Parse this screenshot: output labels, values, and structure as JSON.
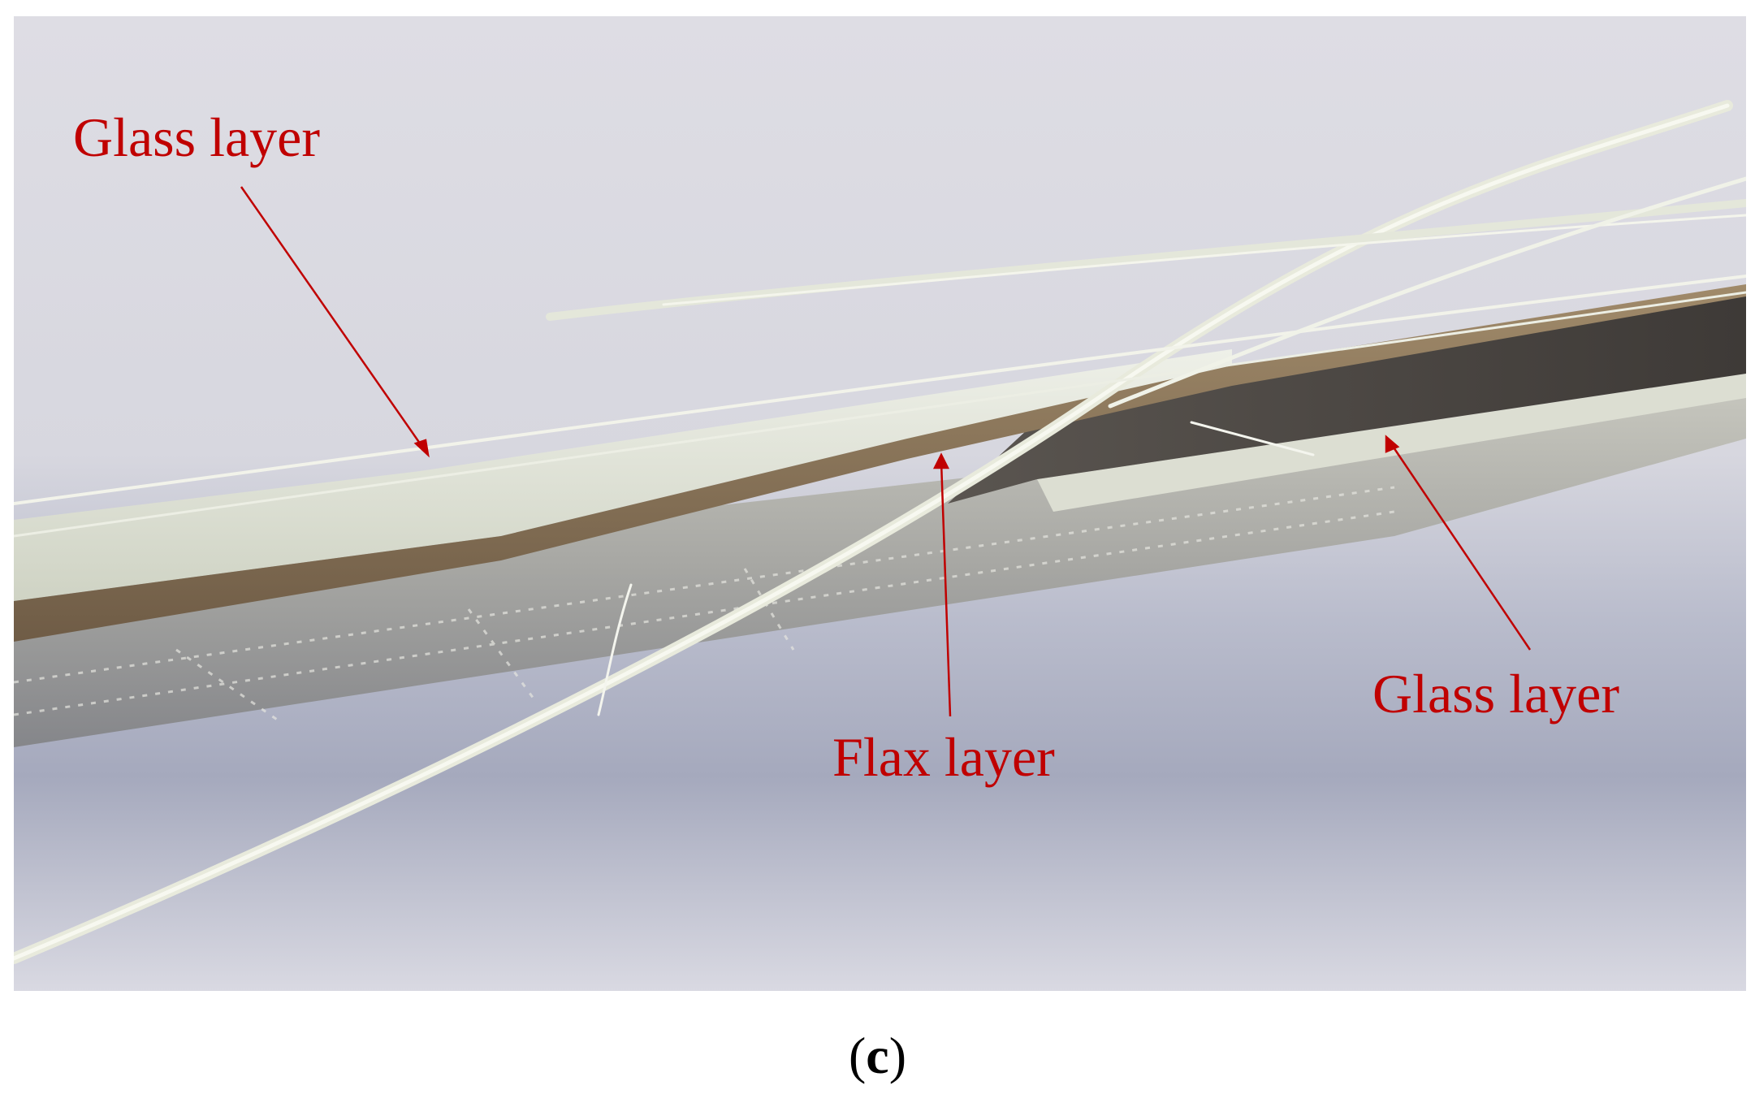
{
  "labels": {
    "glass_top": "Glass layer",
    "flax": "Flax layer",
    "glass_right": "Glass layer"
  },
  "caption": {
    "open": "(",
    "letter": "c",
    "close": ")"
  },
  "colors": {
    "annotation": "#c00000",
    "background_grey": "#dcdce2",
    "glass": "#e9ece2",
    "flax": "#8a7458",
    "dark_gap": "#4a4642"
  }
}
